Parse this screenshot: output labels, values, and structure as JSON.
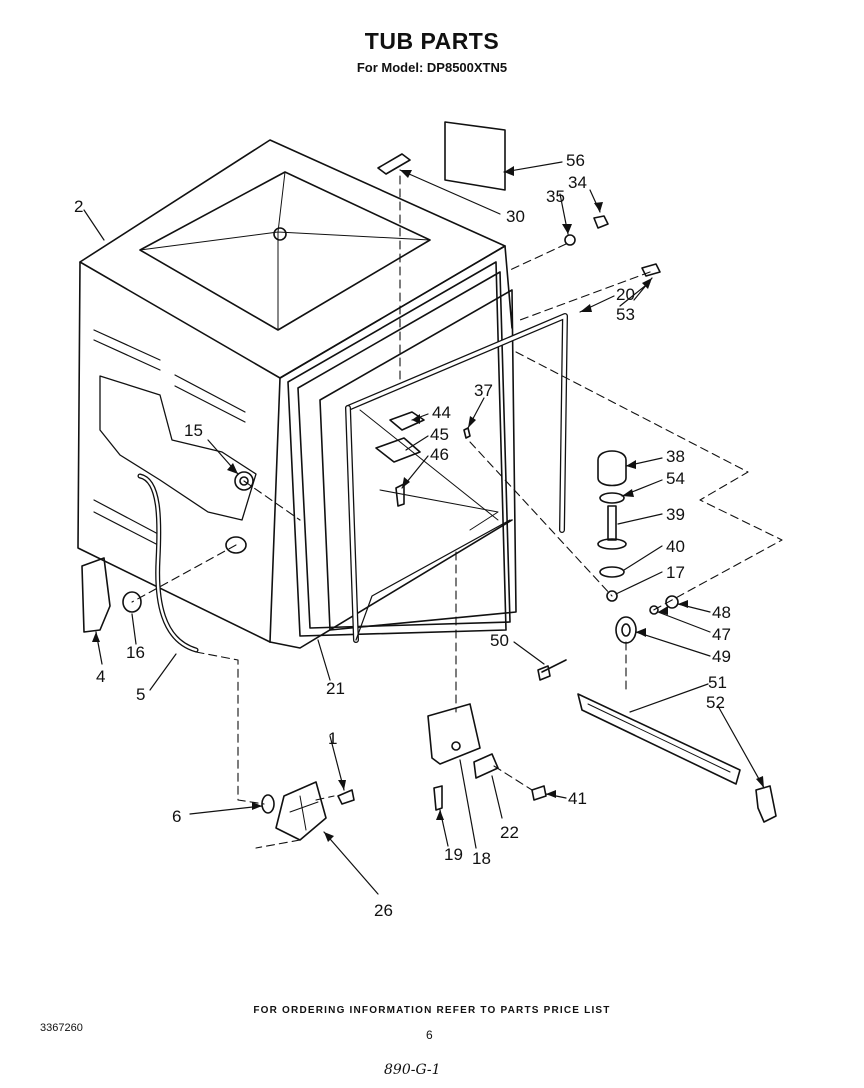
{
  "header": {
    "title": "TUB PARTS",
    "subtitle": "For Model: DP8500XTN5"
  },
  "callouts": [
    "56",
    "34",
    "35",
    "30",
    "2",
    "20",
    "53",
    "37",
    "44",
    "45",
    "46",
    "15",
    "38",
    "54",
    "39",
    "40",
    "17",
    "48",
    "47",
    "50",
    "49",
    "51",
    "52",
    "4",
    "16",
    "5",
    "21",
    "1",
    "6",
    "41",
    "22",
    "19",
    "18",
    "26"
  ],
  "footer": {
    "ordering_note": "FOR ORDERING INFORMATION REFER TO PARTS PRICE LIST",
    "doc_number": "3367260",
    "page_number": "6",
    "handwritten_note": "890-G-1"
  }
}
